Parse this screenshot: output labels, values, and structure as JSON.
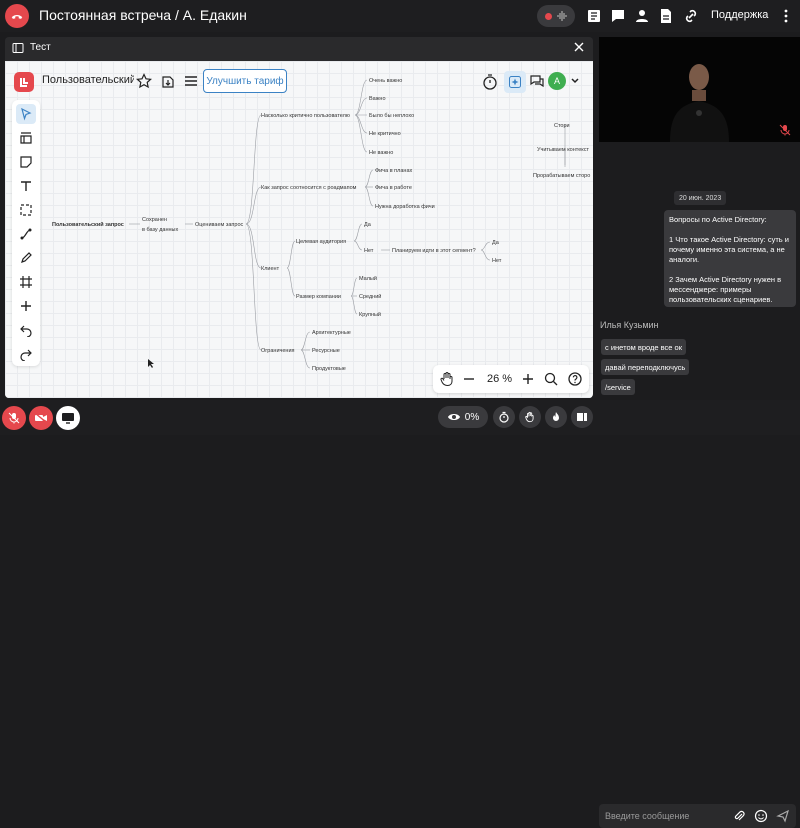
{
  "topbar": {
    "title": "Постоянная встреча / А. Едакин",
    "support_label": "Поддержка"
  },
  "panel": {
    "title": "Тест"
  },
  "board": {
    "name": "Пользовательский запрос",
    "upgrade_label": "Улучшить тариф",
    "avatar_initial": "А",
    "zoom_label": "26 %"
  },
  "mindmap": {
    "root": "Пользовательский запрос",
    "saved": "Сохранен",
    "saved2": "в базу данных",
    "evaluate": "Оцениваем запрос",
    "critical": "Насколько критично пользователю",
    "very_important": "Очень важно",
    "important": "Важно",
    "nice": "Было бы неплохо",
    "not_critical": "Не критично",
    "not_important": "Не важно",
    "roadmap": "Как запрос соотносится с роадмапом",
    "planned": "Фича в планах",
    "in_work": "Фича в работе",
    "needs_work": "Нужна доработка фичи",
    "client": "Клиент",
    "audience": "Целевая аудитория",
    "yes1": "Да",
    "no1": "Нет",
    "plan_segment": "Планируем идти в этот сегмент?",
    "yes2": "Да",
    "no2": "Нет",
    "company_size": "Размер компании",
    "small": "Малый",
    "medium": "Средний",
    "large": "Крупный",
    "limits": "Ограничения",
    "architecture": "Архитектурные",
    "resources": "Ресурсные",
    "product": "Продуктовые",
    "stories": "Стори",
    "context": "Учитываем контекст",
    "work_stories": "Прорабатываем сторо"
  },
  "chat": {
    "date": "20 июн. 2023",
    "message": "Вопросы по Active Directory:\n\n1 Что такое Active Directory: суть и почему именно эта система, а не аналоги.\n\n2 Зачем Active Directory нужен в мессенджере: примеры пользовательских сценариев.",
    "sender": "Илья Кузьмин",
    "bubbles": [
      "с инетом вроде все ок",
      "давай переподключусь",
      "/service"
    ],
    "input_placeholder": "Введите сообщение"
  },
  "bottombar": {
    "views_label": "0%"
  },
  "colors": {
    "danger": "#e5484d",
    "accent": "#3b82c4",
    "avatar": "#3fae50"
  }
}
